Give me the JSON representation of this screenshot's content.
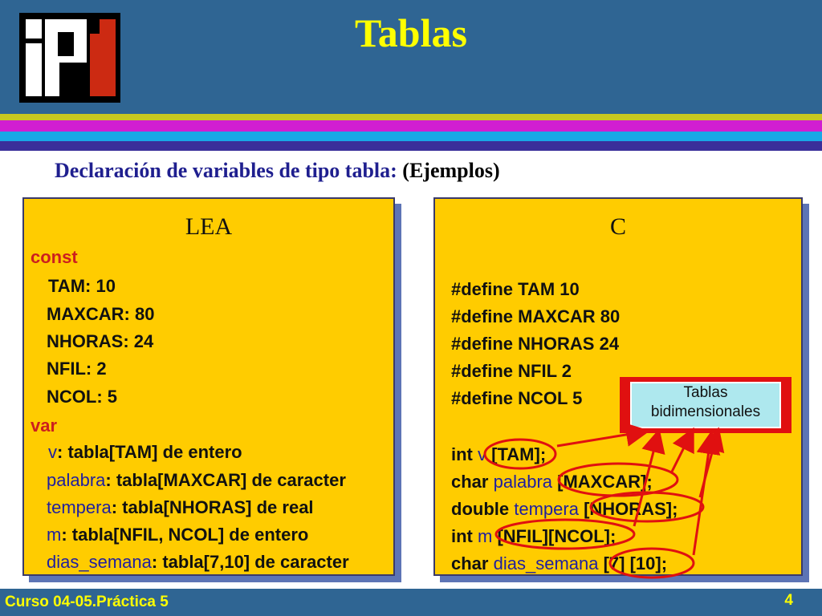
{
  "header": {
    "logo_text": "iP1",
    "title": "Tablas"
  },
  "subtitle": {
    "main": "Declaración de variables de tipo tabla:",
    "extra": "(Ejemplos)"
  },
  "lea": {
    "title": "LEA",
    "const_kw": "const",
    "consts": [
      "TAM: 10",
      "MAXCAR: 80",
      "NHORAS: 24",
      "NFIL: 2",
      "NCOL: 5"
    ],
    "var_kw": "var",
    "vars": [
      {
        "name": "v",
        "rest": ": tabla[TAM] de entero"
      },
      {
        "name": "palabra",
        "rest": ": tabla[MAXCAR] de caracter"
      },
      {
        "name": "tempera",
        "rest": ": tabla[NHORAS] de real"
      },
      {
        "name": "m",
        "rest": ": tabla[NFIL, NCOL] de entero"
      },
      {
        "name": "dias_semana",
        "rest": ": tabla[7,10] de caracter"
      }
    ]
  },
  "c": {
    "title": "C",
    "defines": [
      "#define TAM 10",
      "#define MAXCAR 80",
      "#define NHORAS 24",
      "#define NFIL 2",
      "#define NCOL 5"
    ],
    "decls": [
      {
        "type": "int",
        "name": "v",
        "dims": "[TAM];"
      },
      {
        "type": "char",
        "name": "palabra",
        "dims": "[MAXCAR];"
      },
      {
        "type": "double",
        "name": "tempera",
        "dims": "[NHORAS];"
      },
      {
        "type": "int",
        "name": "m",
        "dims": "[NFIL][NCOL];"
      },
      {
        "type": "char",
        "name": "dias_semana",
        "dims": "[7] [10];"
      }
    ]
  },
  "callout": {
    "line1": "Tablas",
    "line2": "bidimensionales"
  },
  "footer": {
    "course": "Curso 04-05.Práctica 5",
    "page": "4"
  },
  "colors": {
    "header_bg": "#2f6593",
    "title": "#ffff00",
    "panel": "#ffcc00",
    "keyword": "#cc1f1f",
    "identifier": "#1f1fa0",
    "arrow": "#e01010"
  }
}
